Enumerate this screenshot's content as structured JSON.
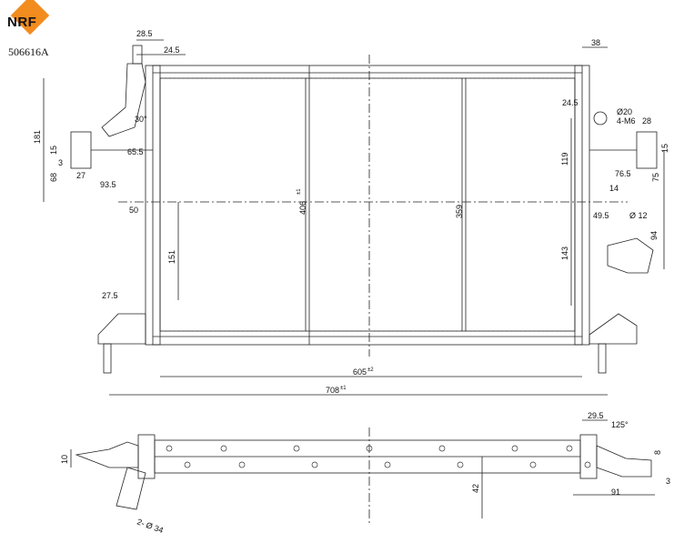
{
  "brand": {
    "logo_text": "NRF",
    "logo_color": "#f28c1e"
  },
  "part_number": "506616A",
  "dimensions": {
    "top_left_a": "28.5",
    "top_left_b": "24.5",
    "top_right_a": "38",
    "left_height": "181",
    "left_a": "15",
    "left_b": "3",
    "left_c": "65.5",
    "left_d": "27",
    "left_e": "68",
    "left_f": "93.5",
    "angle_left": "30°",
    "left_g": "50",
    "left_h": "151",
    "left_i": "27.5",
    "center_height": "406",
    "center_height_tol": "±1",
    "core_height": "359",
    "right_a": "24.5",
    "right_b": "Ø20",
    "right_c": "4-M6",
    "right_d": "28",
    "right_e": "15",
    "right_f": "119",
    "right_g": "76.5",
    "right_h": "75",
    "right_i": "49.5",
    "right_j": "Ø 12",
    "right_k": "14",
    "right_l": "143",
    "right_m": "94",
    "core_width": "605",
    "core_width_tol": "±2",
    "overall_width": "708",
    "overall_width_tol": "±1",
    "bottom_left_a": "10",
    "bottom_mid": "42",
    "bottom_right_a": "29.5",
    "bottom_right_b": "125°",
    "bottom_right_c": "8",
    "bottom_right_d": "3",
    "bottom_right_e": "91",
    "bottom_pipe": "2- Ø 34"
  }
}
